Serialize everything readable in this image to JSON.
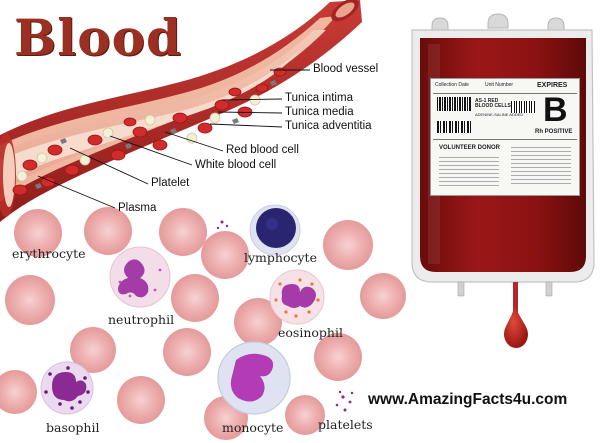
{
  "title": "Blood",
  "vessel_labels": {
    "blood_vessel": "Blood vessel",
    "tunica_intima": "Tunica intima",
    "tunica_media": "Tunica media",
    "tunica_adventitia": "Tunica adventitia",
    "red_blood_cell": "Red blood cell",
    "white_blood_cell": "White blood cell",
    "platelet": "Platelet",
    "plasma": "Plasma"
  },
  "cell_types": {
    "erythrocyte": "erythrocyte",
    "lymphocyte": "lymphocyte",
    "neutrophil": "neutrophil",
    "eosinophil": "eosinophil",
    "basophil": "basophil",
    "monocyte": "monocyte",
    "platelets": "platelets"
  },
  "bag_label": {
    "collection_date": "Collection Date",
    "unit_number": "Unit Number",
    "expires": "EXPIRES",
    "product": "AS-1 RED BLOOD CELLS",
    "product_note": "ADENINE-SALINE ADDED",
    "blood_group": "B",
    "rh": "Rh POSITIVE",
    "donor": "VOLUNTEER DONOR"
  },
  "website": "www.AmazingFacts4u.com",
  "colors": {
    "title": "#9a2f22",
    "blood": "#8e1414",
    "rbc": "#e9a3a3",
    "wbc_stain": "#a53ba8"
  }
}
